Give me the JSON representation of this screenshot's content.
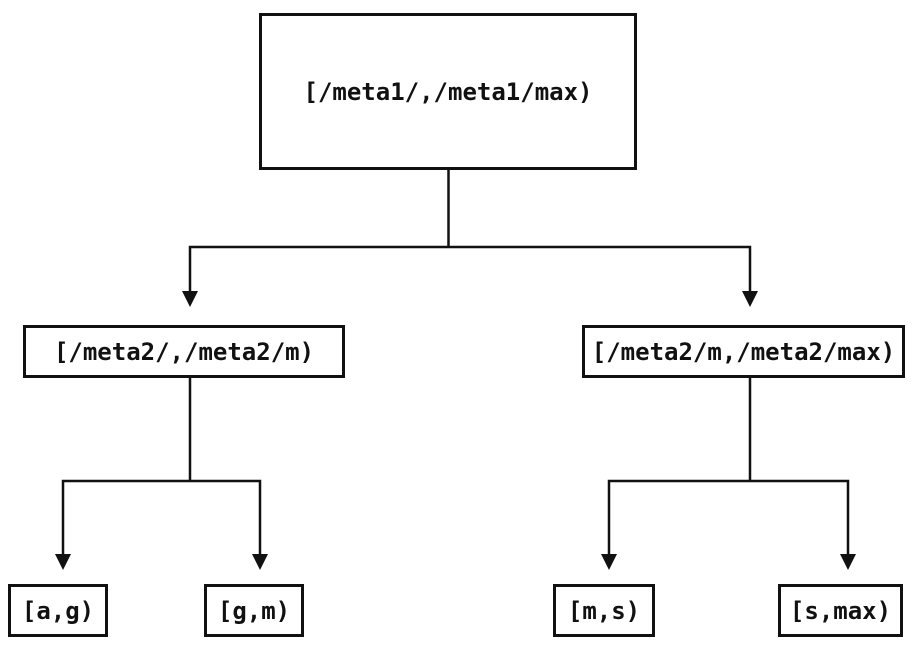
{
  "diagram": {
    "type": "tree",
    "background": "#ffffff",
    "line_color": "#111111",
    "text_color": "#111111",
    "nodes": {
      "root": {
        "label": "[/meta1/,/meta1/max)"
      },
      "left_branch": {
        "label": "[/meta2/,/meta2/m)"
      },
      "right_branch": {
        "label": "[/meta2/m,/meta2/max)"
      },
      "leaf_ag": {
        "label": "[a,g)"
      },
      "leaf_gm": {
        "label": "[g,m)"
      },
      "leaf_ms": {
        "label": "[m,s)"
      },
      "leaf_smax": {
        "label": "[s,max)"
      }
    },
    "edges": [
      {
        "from": "root",
        "to": "left_branch"
      },
      {
        "from": "root",
        "to": "right_branch"
      },
      {
        "from": "left_branch",
        "to": "leaf_ag"
      },
      {
        "from": "left_branch",
        "to": "leaf_gm"
      },
      {
        "from": "right_branch",
        "to": "leaf_ms"
      },
      {
        "from": "right_branch",
        "to": "leaf_smax"
      }
    ]
  }
}
